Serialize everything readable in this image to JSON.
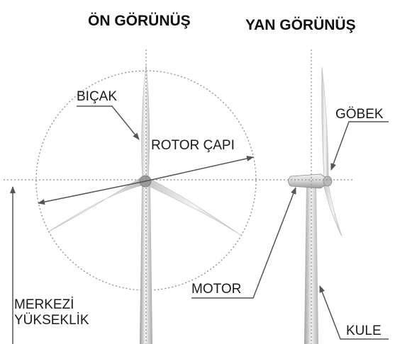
{
  "titles": {
    "front": "ÖN GÖRÜNÜŞ",
    "side": "YAN GÖRÜNÜŞ"
  },
  "labels": {
    "blade": "BIÇAK",
    "rotor_diameter": "ROTOR ÇAPI",
    "hub": "GÖBEK",
    "motor": "MOTOR",
    "tower": "KULE",
    "hub_height_line1": "MERKEZİ",
    "hub_height_line2": "YÜKSEKLİK"
  },
  "colors": {
    "guide_lines": "#8c8c8c",
    "arrows": "#555555",
    "turbine_light": "#f4f4f4",
    "turbine_mid": "#cfcfcf",
    "turbine_dark": "#9a9a9a"
  }
}
